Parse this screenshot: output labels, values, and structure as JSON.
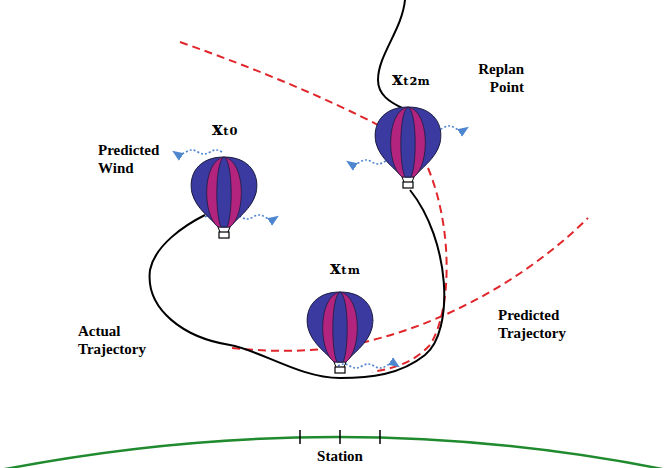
{
  "diagram": {
    "labels": [
      "xₜ₀",
      "Predicted Wind",
      "Replan Point",
      "xₜ₂ₘ",
      "xₜₘ",
      "Actual Trajectory",
      "Predicted Trajectory",
      "Station"
    ]
  }
}
